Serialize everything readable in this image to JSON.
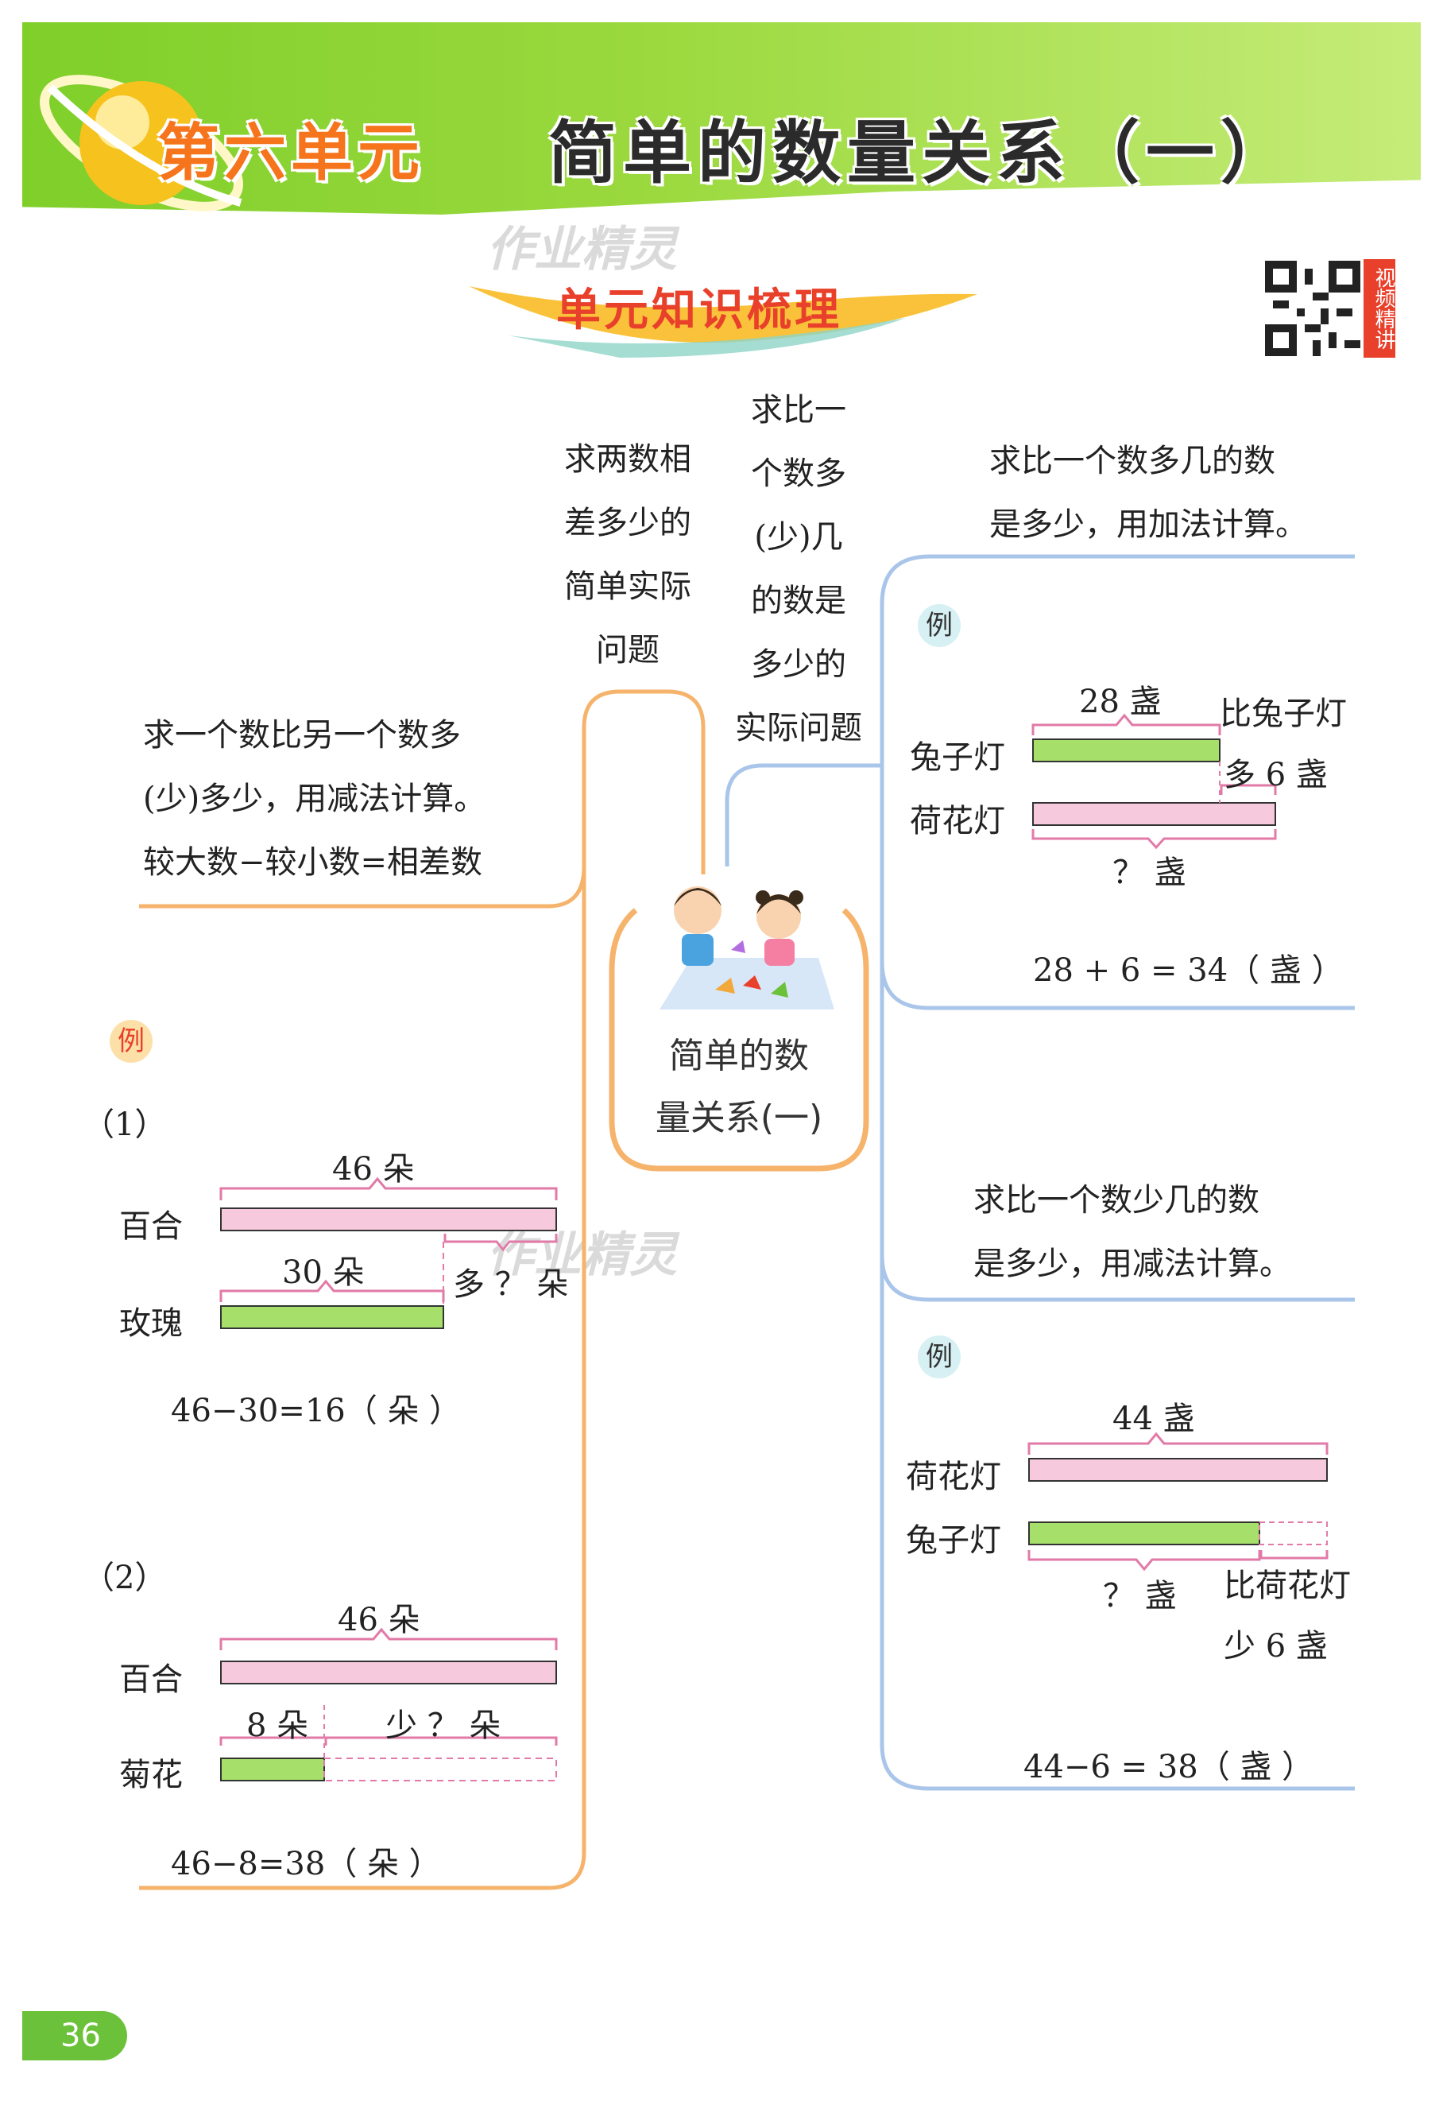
{
  "header": {
    "unit_title": "第六单元",
    "main_title": "简单的数量关系（一）",
    "section_title": "单元知识梳理",
    "watermark": "作业精灵",
    "qr_label": "视频精讲"
  },
  "center": {
    "line1": "简单的数",
    "line2": "量关系(一)"
  },
  "branches": {
    "difference": {
      "heading": [
        "求两数相",
        "差多少的",
        "简单实际",
        "问题"
      ],
      "rule": [
        "求一个数比另一个数多",
        "(少)多少，用减法计算。",
        "较大数−较小数=相差数"
      ],
      "example_badge": "例",
      "ex1": {
        "index": "（1）",
        "top_label": "46 朵",
        "row1": "百合",
        "mid_label": "30 朵",
        "row2": "玫瑰",
        "diff_label": "多 ？ 朵",
        "equation": "46−30=16（ 朵 ）"
      },
      "ex2": {
        "index": "（2）",
        "top_label": "46 朵",
        "row1": "百合",
        "small_label": "8 朵",
        "diff_label": "少 ？ 朵",
        "row2": "菊花",
        "equation": "46−8=38（ 朵 ）"
      }
    },
    "more_less": {
      "heading": [
        "求比一",
        "个数多",
        "(少)几",
        "的数是",
        "多少的",
        "实际问题"
      ],
      "more": {
        "rule": [
          "求比一个数多几的数",
          "是多少，用加法计算。"
        ],
        "example_badge": "例",
        "top_label": "28 盏",
        "note": [
          "比兔子灯",
          "多 6 盏"
        ],
        "row1": "兔子灯",
        "row2": "荷花灯",
        "bottom_label": "？ 盏",
        "equation": "28 + 6 = 34（ 盏 ）"
      },
      "less": {
        "rule": [
          "求比一个数少几的数",
          "是多少，用减法计算。"
        ],
        "example_badge": "例",
        "top_label": "44 盏",
        "row1": "荷花灯",
        "row2": "兔子灯",
        "bottom_label": "？ 盏",
        "note": [
          "比荷花灯",
          "少 6 盏"
        ],
        "equation": "44−6 = 38（ 盏 ）"
      }
    }
  },
  "page_number": "36",
  "colors": {
    "banner_green": "#8fd43a",
    "unit_orange": "#f5741c",
    "ribbon_red": "#e9402b",
    "branch_orange": "#f6b36b",
    "branch_blue": "#a9c5ea",
    "bar_green": "#a6e06a",
    "bar_pink": "#f7c9dc",
    "brace_pink": "#e27aa8",
    "badge_fill": "#fde0a8"
  }
}
